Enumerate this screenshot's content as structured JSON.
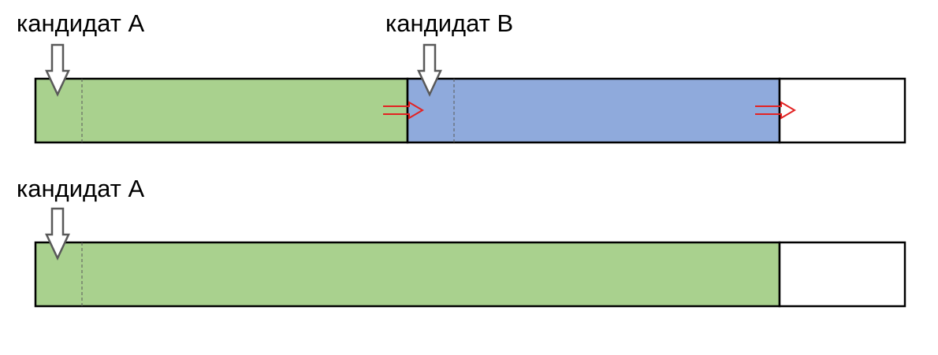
{
  "colors": {
    "candidate_a": "#a9d18e",
    "candidate_b": "#8faadc",
    "empty": "#ffffff",
    "outline": "#000000",
    "pointer_arrow": "#595959",
    "shift_arrow": "#e32222",
    "divider": "#595959"
  },
  "top_row": {
    "label_a": "кандидат А",
    "label_b": "кандидат В"
  },
  "bottom_row": {
    "label_a": "кандидат А"
  }
}
